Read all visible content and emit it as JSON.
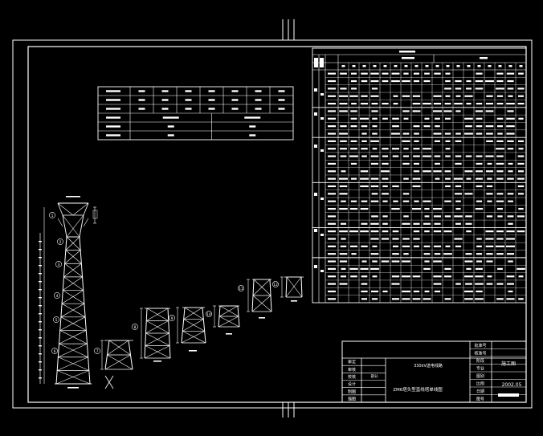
{
  "title_block": {
    "project_name": "330kV送电线路",
    "drawing_title": "ZM6塔头型直线塔单线图",
    "stage": "施工图",
    "date": "2002.05",
    "partial_mark": "部分",
    "left_labels": [
      "审定",
      "审核",
      "校核",
      "设计",
      "制图",
      "描图"
    ],
    "right_labels": [
      "批准",
      "核准",
      "阶段",
      "专业",
      "图别",
      "比例",
      "日期",
      "图号"
    ],
    "right_labels_top": [
      "批准号",
      "核准号"
    ]
  },
  "tower_labels": [
    "①",
    "②",
    "③",
    "④",
    "⑤",
    "⑥",
    "⑦",
    "⑧",
    "⑨",
    "⑩",
    "⑪",
    "⑫"
  ],
  "colors": {
    "background": "#000000",
    "line": "#ffffff"
  }
}
